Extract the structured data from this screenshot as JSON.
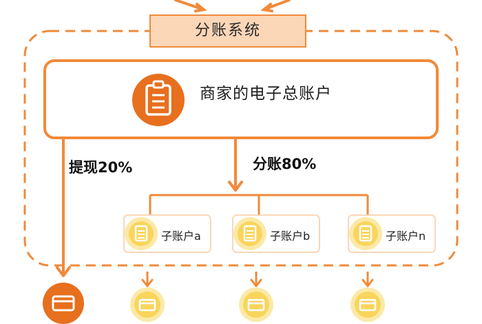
{
  "system": {
    "title": "分账系统"
  },
  "main_account": {
    "label": "商家的电子总账户",
    "icon": "clipboard-icon"
  },
  "edges": {
    "withdraw": "提现20%",
    "split": "分账80%"
  },
  "sub_accounts": [
    {
      "label": "子账户a",
      "icon": "clipboard-icon"
    },
    {
      "label": "子账户b",
      "icon": "clipboard-icon"
    },
    {
      "label": "子账户n",
      "icon": "clipboard-icon"
    }
  ],
  "outputs": [
    {
      "icon": "card-icon"
    },
    {
      "icon": "card-icon"
    },
    {
      "icon": "card-icon"
    },
    {
      "icon": "card-icon"
    }
  ],
  "colors": {
    "orange": "#f08a3a",
    "dark_orange": "#e76f1e",
    "light_orange_fill": "#fbd6b7",
    "yellow": "#f9d55c",
    "yellow_bg": "#fbe9a8"
  }
}
